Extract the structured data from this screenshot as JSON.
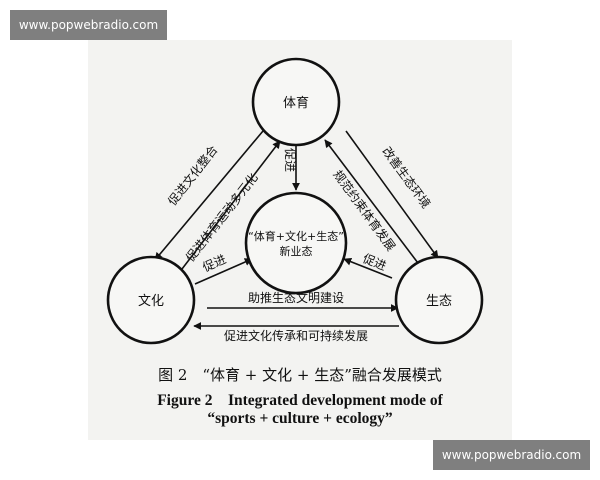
{
  "watermark": {
    "text": "www.popwebradio.com"
  },
  "nodes": {
    "sports": "体育",
    "culture": "文化",
    "ecology": "生态",
    "center_line1": "“体育+文化+生态”",
    "center_line2": "新业态"
  },
  "arrows": {
    "sports_to_culture": "促进文化整合",
    "culture_to_sports": "促进体育运动多元化",
    "sports_to_center": "促进",
    "culture_to_center": "促进",
    "ecology_to_center": "促进",
    "sports_to_ecology": "改善生态环境",
    "ecology_to_sports": "规范约束体育发展",
    "culture_to_ecology": "助推生态文明建设",
    "ecology_to_culture": "促进文化传承和可持续发展"
  },
  "caption": {
    "cn": "图 2　“体育 + 文化 + 生态”融合发展模式",
    "en_line1": "Figure 2　Integrated development mode of",
    "en_line2": "“sports + culture + ecology”"
  }
}
